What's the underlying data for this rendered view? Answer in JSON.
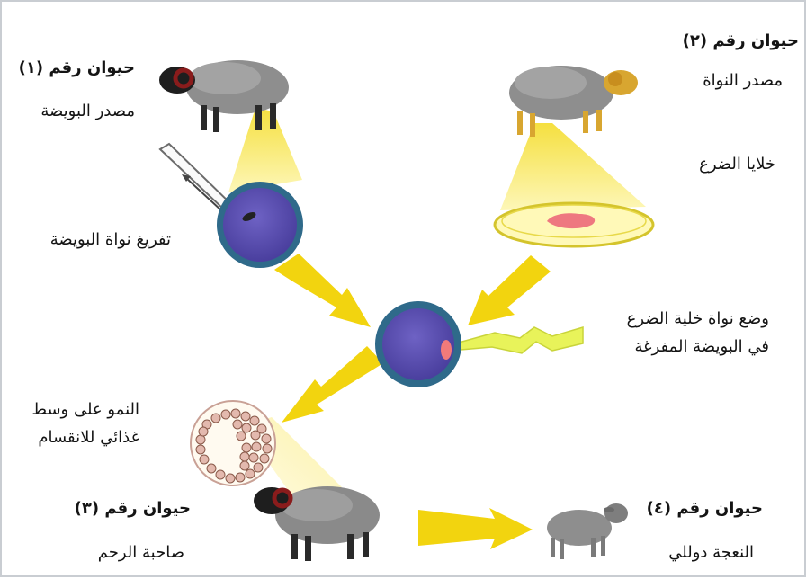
{
  "animal1": {
    "title": "حيوان رقم (١)",
    "role": "مصدر البويضة"
  },
  "animal2": {
    "title": "حيوان رقم (٢)",
    "role": "مصدر النواة"
  },
  "animal3": {
    "title": "حيوان رقم (٣)",
    "role": "صاحبة الرحم"
  },
  "animal4": {
    "title": "حيوان رقم (٤)",
    "role": "النعجة دوللي"
  },
  "steps": {
    "udder_cells": "خلايا الضرع",
    "enucleate": "تفريغ نواة البويضة",
    "insert_line1": "وضع نواة خلية الضرع",
    "insert_line2": "في البويضة المفرغة",
    "culture_line1": "النمو على وسط",
    "culture_line2": "غذائي للانقسام"
  },
  "colors": {
    "ray": "#f6e24a",
    "arrow": "#f2d40f",
    "egg": "#5a4fb0",
    "egg_ring": "#2f6a8a",
    "sheep_body": "#8e8e8e",
    "nucleus": "#f27a7a"
  },
  "icons": [
    "sheep-icon",
    "lamb-icon",
    "egg-cell-icon",
    "petri-dish-icon",
    "pipette-icon",
    "electric-spark-icon",
    "embryo-icon",
    "arrow-icon"
  ]
}
